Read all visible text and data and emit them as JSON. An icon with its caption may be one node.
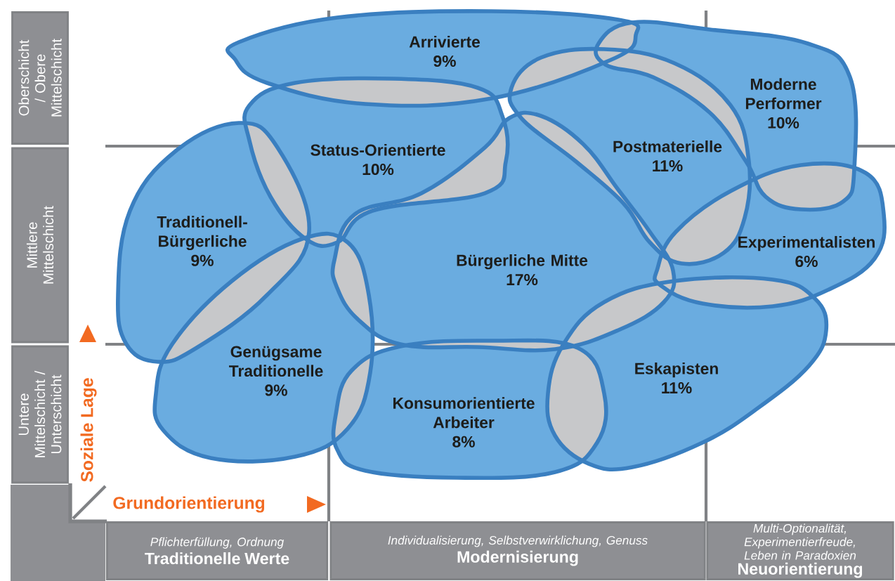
{
  "diagram": {
    "nodes": [
      {
        "text": [
          "Oberschicht / Obere Mittelschicht"
        ]
      },
      {
        "text": [
          "Mittlere Mittelschicht"
        ]
      },
      {
        "text": [
          "Untere Mittelschicht / Unterschicht"
        ]
      },
      {
        "text": [
          "Pflichterfüllung, Ordnung",
          "Traditionelle Werte"
        ]
      },
      {
        "text": [
          "Individualisierung, Selbstverwirklichung, Genuss",
          "Modernisierung"
        ]
      },
      {
        "text": [
          "Multi-Optionalität, Experimentierfreude, Leben in Paradoxien",
          "Neuorientierung"
        ]
      },
      {
        "text": [
          "Arrivierte",
          "9%"
        ]
      },
      {
        "text": [
          "Status-Orientierte",
          "10%"
        ]
      },
      {
        "text": [
          "Traditionell-Bürgerliche",
          "9%"
        ]
      },
      {
        "text": [
          "Genügsame Traditionelle",
          "9%"
        ]
      },
      {
        "text": [
          "Bürgerliche Mitte",
          "17%"
        ]
      },
      {
        "text": [
          "Postmaterielle",
          "11%"
        ]
      },
      {
        "text": [
          "Moderne Performer",
          "10%"
        ]
      },
      {
        "text": [
          "Experimentalisten",
          "6%"
        ]
      },
      {
        "text": [
          "Eskapisten",
          "11%"
        ]
      },
      {
        "text": [
          "Konsumorientierte Arbeiter",
          "8%"
        ]
      }
    ],
    "labels": [
      "Soziale Lage",
      "Grundorientierung"
    ]
  }
}
